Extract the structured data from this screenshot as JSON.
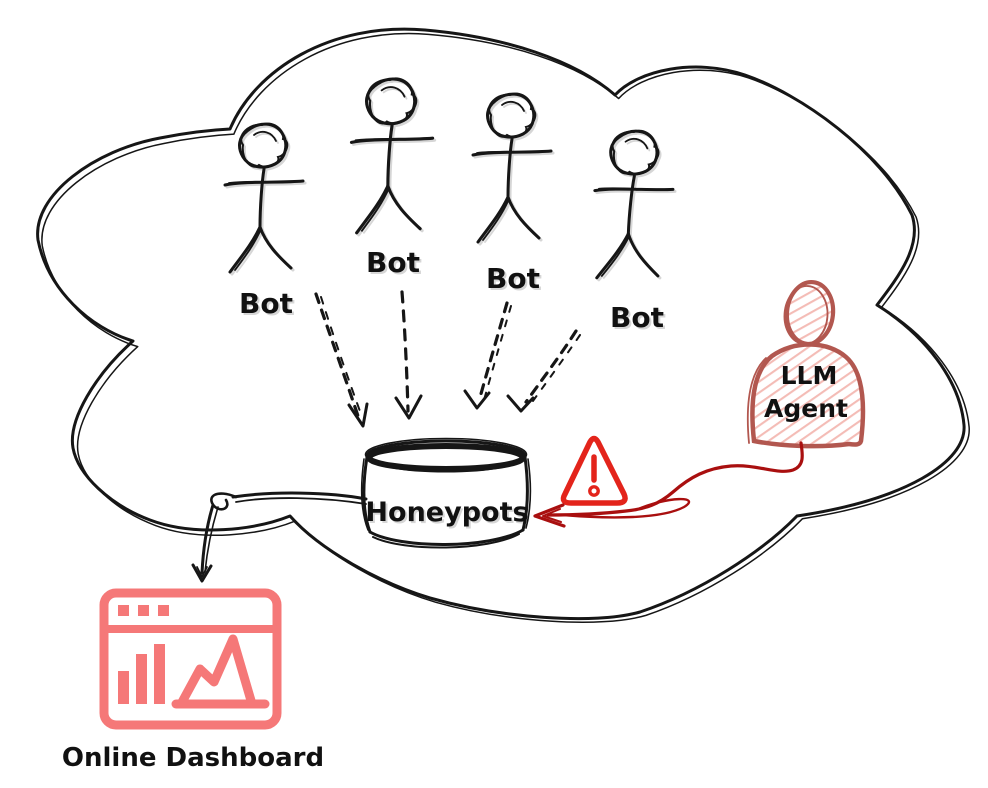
{
  "diagram": {
    "type": "hand-drawn-sketch",
    "description_elements": [
      "cloud-outline",
      "bots",
      "honeypots-database",
      "llm-agent",
      "warning-sign",
      "online-dashboard"
    ]
  },
  "bots": [
    {
      "label": "Bot"
    },
    {
      "label": "Bot"
    },
    {
      "label": "Bot"
    },
    {
      "label": "Bot"
    }
  ],
  "honeypots": {
    "label": "Honeypots"
  },
  "llm_agent": {
    "line1": "LLM",
    "line2": "Agent"
  },
  "dashboard": {
    "label": "Online Dashboard"
  },
  "icons": {
    "cloud": "cloud-outline",
    "bot": "stick-figure-icon",
    "honeypots": "database-cylinder-icon",
    "warning": "warning-triangle-icon",
    "agent": "person-silhouette-icon",
    "dashboard": "dashboard-window-icon"
  },
  "colors": {
    "ink": "#161616",
    "warning_red": "#e3241b",
    "alert_arrow_red": "#a90f0f",
    "agent_outline": "#b2574f",
    "agent_hatch": "#f4bcb6",
    "dashboard_pink": "#f57878",
    "text": "#111111"
  }
}
